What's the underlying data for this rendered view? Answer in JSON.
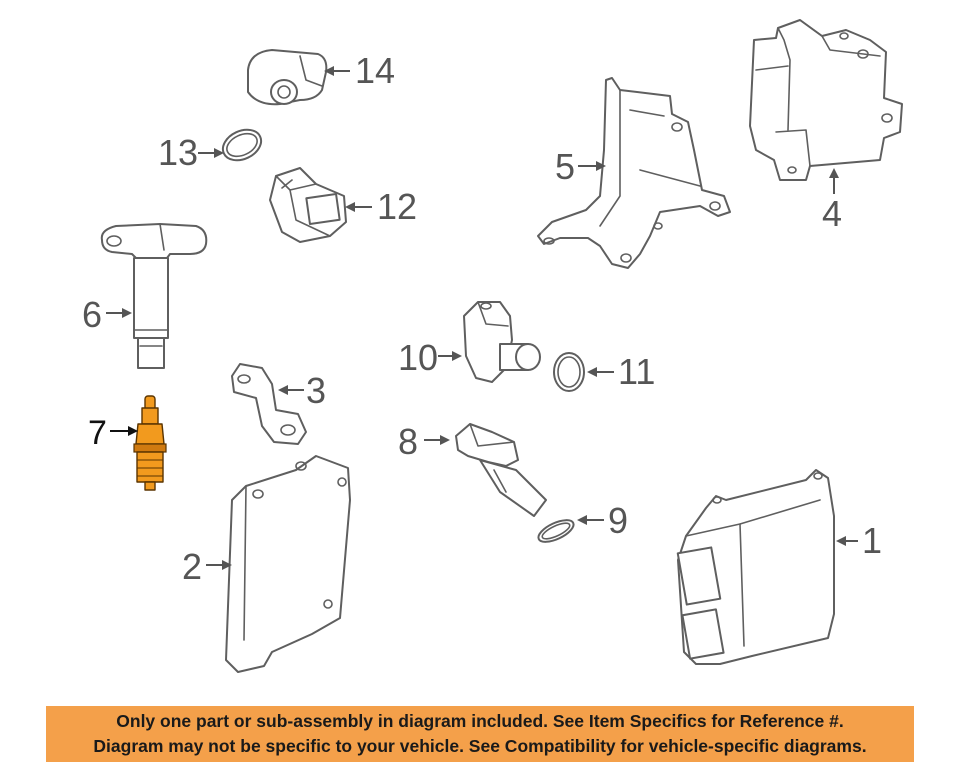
{
  "diagram": {
    "callouts": {
      "c1": "1",
      "c2": "2",
      "c3": "3",
      "c4": "4",
      "c5": "5",
      "c6": "6",
      "c7": "7",
      "c8": "8",
      "c9": "9",
      "c10": "10",
      "c11": "11",
      "c12": "12",
      "c13": "13",
      "c14": "14"
    },
    "highlighted_part": "7",
    "highlight_color": "#f29a1e"
  },
  "banner": {
    "line1": "Only one part or sub-assembly in diagram included. See Item Specifics for Reference #.",
    "line2": "Diagram may not be specific to your vehicle. See Compatibility for vehicle-specific diagrams.",
    "background": "#f4a04a"
  }
}
